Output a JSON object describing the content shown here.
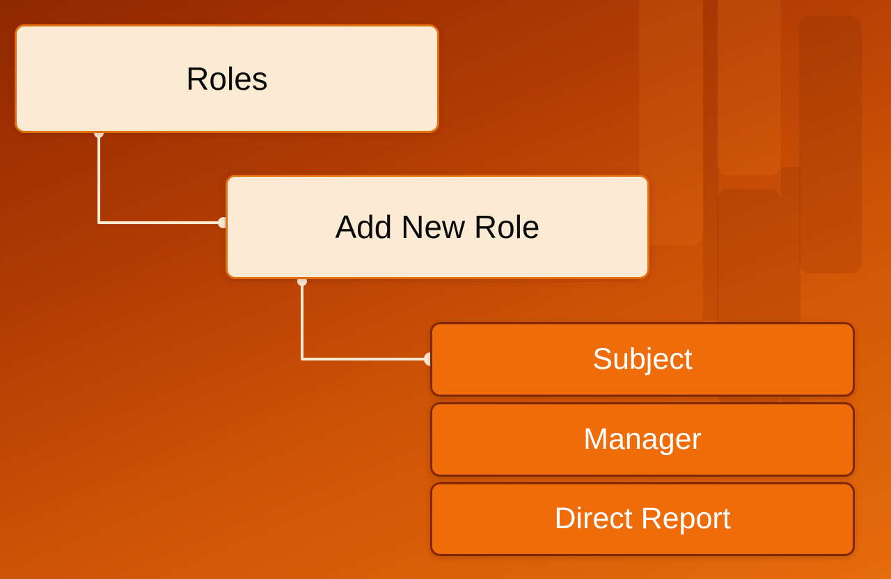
{
  "diagram": {
    "type": "mindmap",
    "title": "Roles",
    "background": {
      "gradient_from": "#8f2800",
      "gradient_to": "#e76c0c",
      "shape_names": [
        "bg-band-a",
        "bg-band-b",
        "bg-band-c",
        "bg-band-d",
        "bg-band-e",
        "bg-band-f"
      ]
    },
    "colors": {
      "branch_fill": "#fbebd4",
      "branch_border": "#e2700e",
      "branch_text": "#0a0a0a",
      "leaf_fill": "#ef6c0b",
      "leaf_border": "#7d2803",
      "leaf_text": "#ffffff",
      "connector_line": "#fbebd4",
      "connector_dot": "#fbebd4"
    },
    "nodes": {
      "root": {
        "label": "Roles",
        "kind": "branch"
      },
      "child": {
        "label": "Add New Role",
        "kind": "branch"
      },
      "leaves": [
        {
          "label": "Subject",
          "kind": "leaf"
        },
        {
          "label": "Manager",
          "kind": "leaf"
        },
        {
          "label": "Direct Report",
          "kind": "leaf"
        }
      ]
    },
    "edges": [
      {
        "from": "Roles",
        "to": "Add New Role"
      },
      {
        "from": "Add New Role",
        "to": "Subject"
      }
    ]
  }
}
